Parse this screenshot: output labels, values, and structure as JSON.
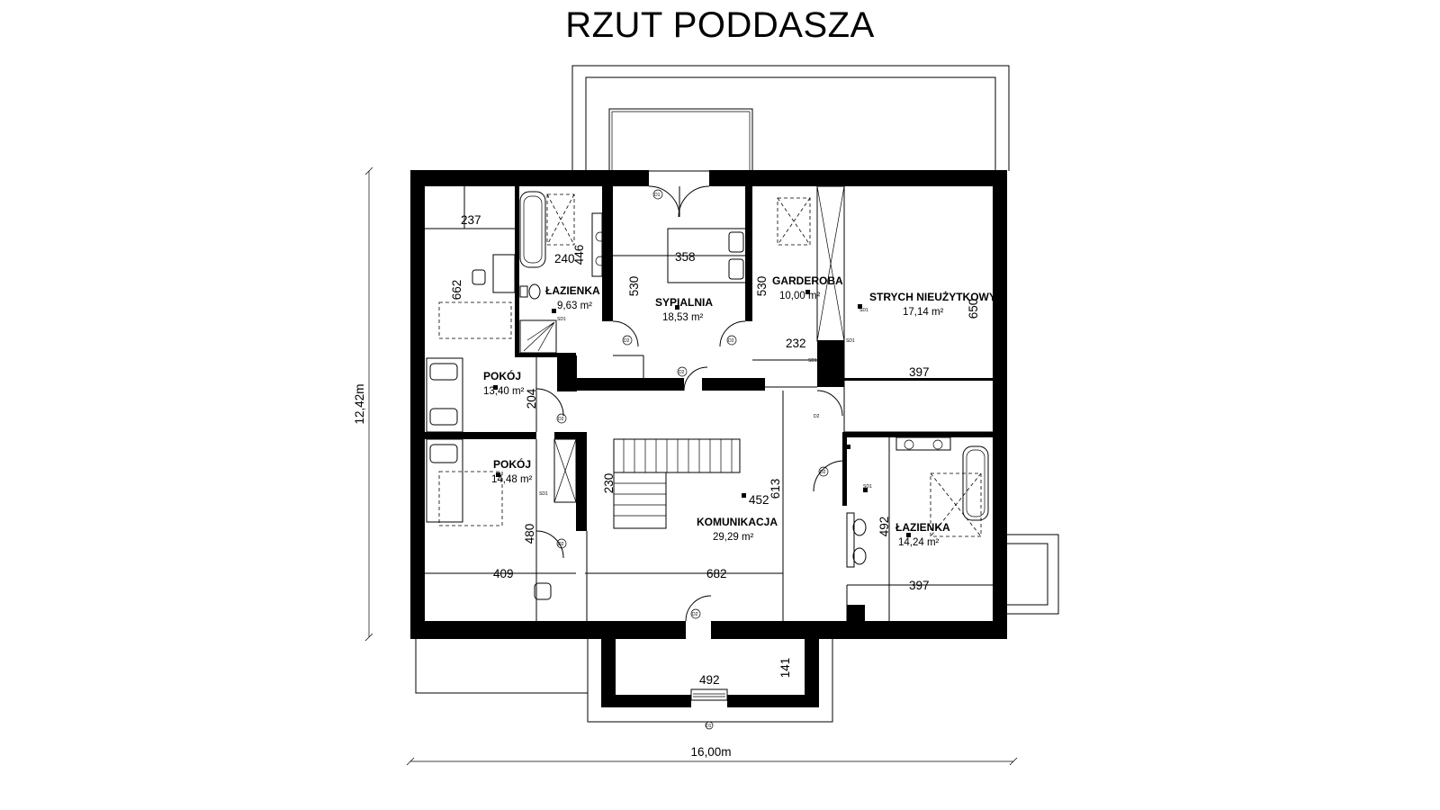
{
  "title": "RZUT PODDASZA",
  "overall_dims": {
    "height": "12,42m",
    "width": "16,00m"
  },
  "rooms": {
    "pokoj_top": {
      "name": "POKÓJ",
      "area": "13,40 m²"
    },
    "pokoj_bottom": {
      "name": "POKÓJ",
      "area": "14,48 m²"
    },
    "lazienka_top": {
      "name": "ŁAZIENKA",
      "area": "9,63 m²"
    },
    "sypialnia": {
      "name": "SYPIALNIA",
      "area": "18,53 m²"
    },
    "garderoba": {
      "name": "GARDEROBA",
      "area": "10,00 m²"
    },
    "strych": {
      "name": "STRYCH NIEUŻYTKOWY",
      "area": "17,14 m²"
    },
    "komunikacja": {
      "name": "KOMUNIKACJA",
      "area": "29,29 m²"
    },
    "lazienka_bot": {
      "name": "ŁAZIENKA",
      "area": "14,24 m²"
    }
  },
  "dims": {
    "d237": "237",
    "d662": "662",
    "d204": "204",
    "d240": "240",
    "d446": "446",
    "d530a": "530",
    "d358": "358",
    "d530b": "530",
    "d232": "232",
    "d650": "650",
    "d397a": "397",
    "d230": "230",
    "d452": "452",
    "d613": "613",
    "d492a": "492",
    "d397b": "397",
    "d409": "409",
    "d480": "480",
    "d682": "682",
    "d492b": "492",
    "d141": "141"
  },
  "door_tags": {
    "d1": "D2",
    "d2": "D2",
    "d3": "D2",
    "d4": "D2",
    "d5": "D2",
    "d6": "D2",
    "d7": "D2",
    "d8": "D2",
    "d9": "D1",
    "d10": "D1"
  },
  "sd_tags": {
    "s1": "SD1",
    "s2": "SD1",
    "s3": "SD1",
    "s4": "SD1",
    "s5": "SD1",
    "s6": "SD1"
  }
}
